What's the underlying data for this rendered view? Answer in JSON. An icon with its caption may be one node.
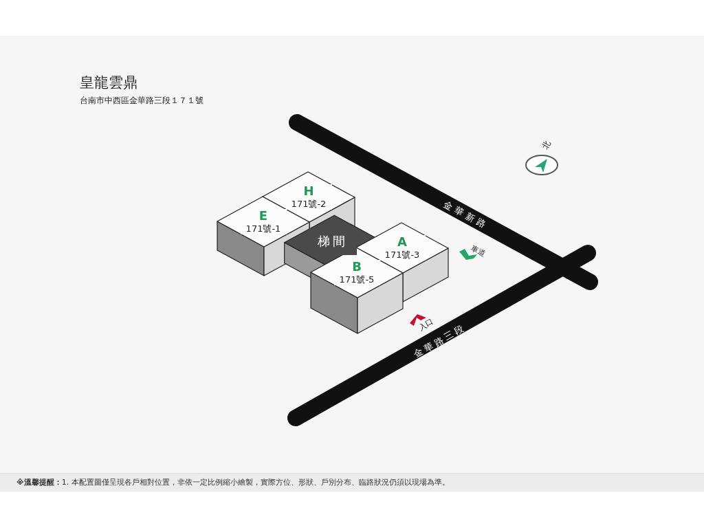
{
  "diagram": {
    "title": "皇龍雲鼎",
    "nodes": [
      {
        "text": [
          "H",
          "171號-2"
        ]
      },
      {
        "text": [
          "E",
          "171號-1"
        ]
      },
      {
        "text": [
          "梯間"
        ]
      },
      {
        "text": [
          "A",
          "171號-3"
        ]
      },
      {
        "text": [
          "B",
          "171號-5"
        ]
      }
    ],
    "labels": [
      "台南市中西區金華路三段１７１號",
      "北",
      "金華新路",
      "車道",
      "入口",
      "金華路三段",
      "**※溫馨提醒：**1. 本配置圖僅呈現各戶相對位置，非依一定比例縮小繪製，實際方位、形狀、戶別分布、臨路狀況仍須以現場為準。"
    ]
  }
}
